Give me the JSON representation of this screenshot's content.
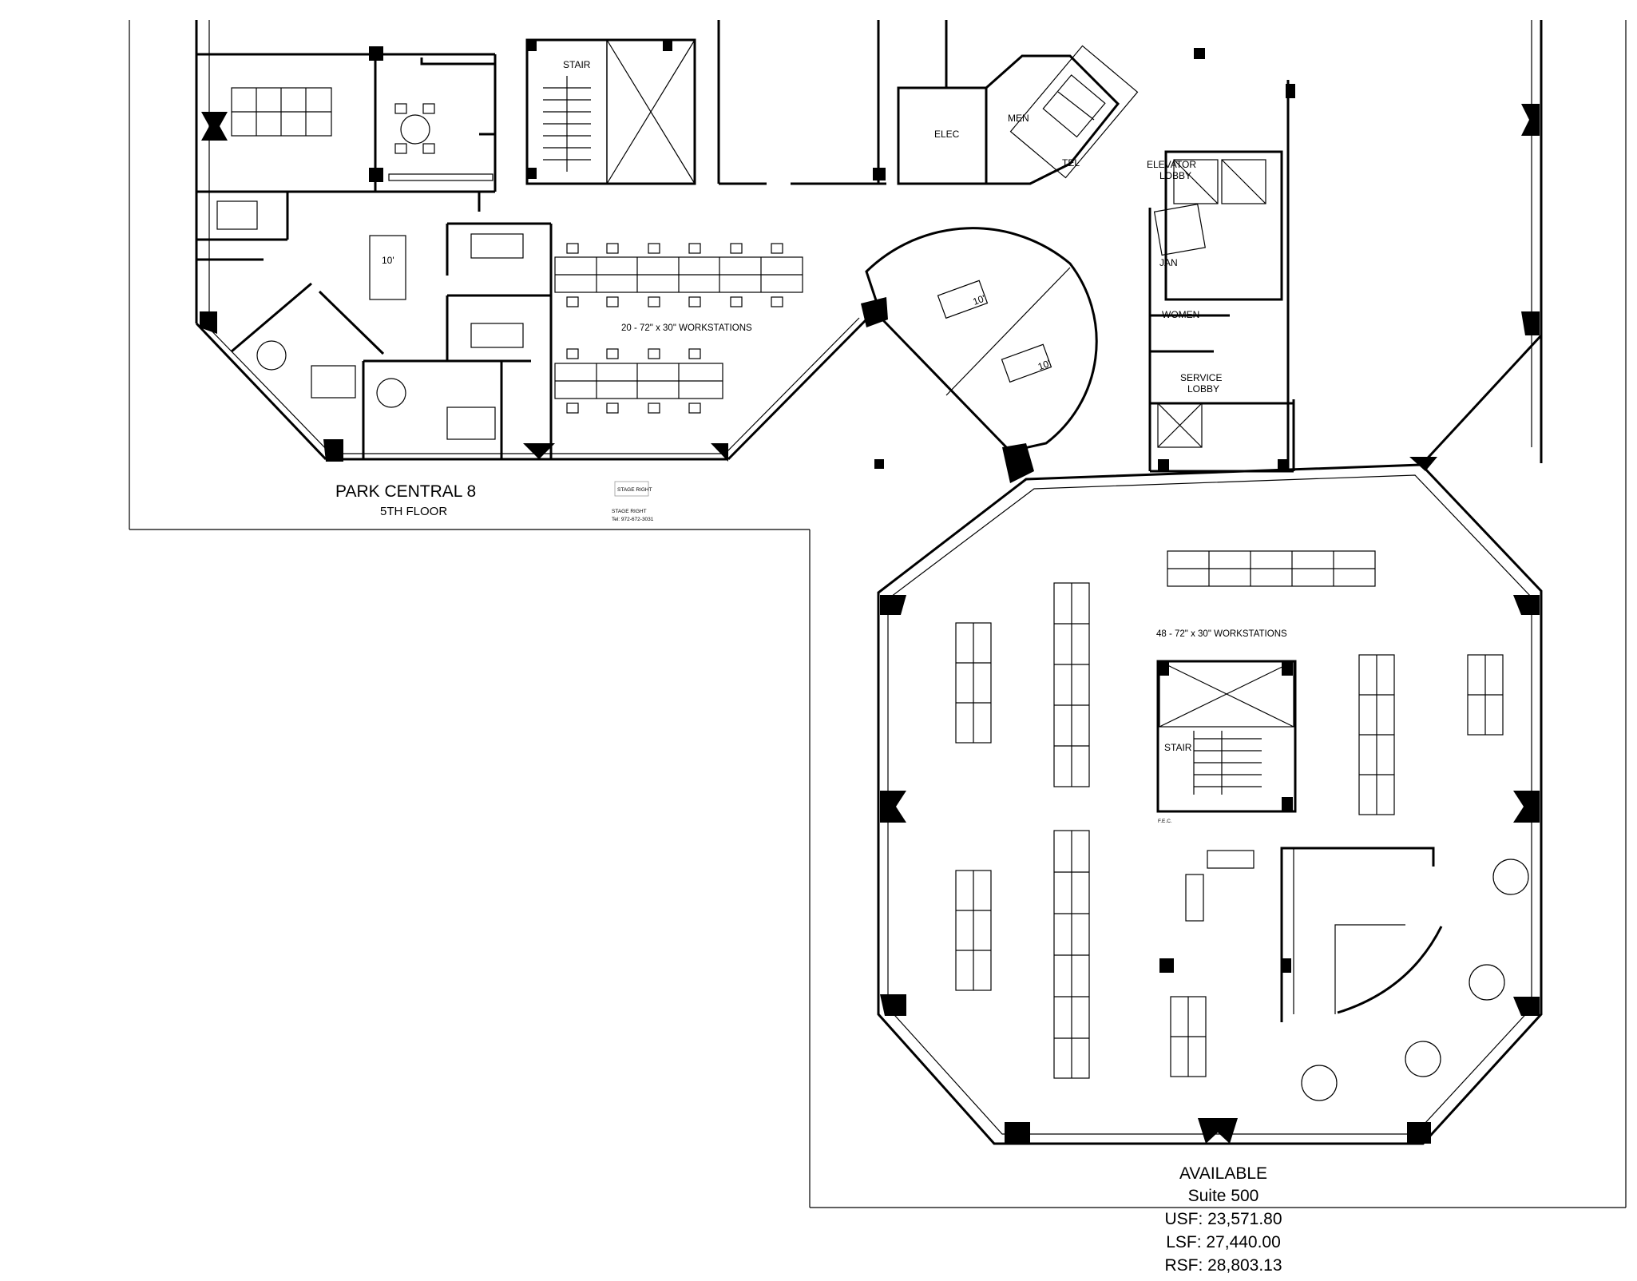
{
  "building": {
    "name": "PARK CENTRAL 8",
    "floor": "5TH FLOOR"
  },
  "rooms": {
    "stair_top": "STAIR",
    "stair_bottom": "STAIR",
    "elec": "ELEC",
    "men": "MEN",
    "tel": "TEL",
    "elevator_lobby_line1": "ELEVATOR",
    "elevator_lobby_line2": "LOBBY",
    "jan": "JAN",
    "women": "WOMEN",
    "service_lobby_line1": "SERVICE",
    "service_lobby_line2": "LOBBY",
    "fec": "F.E.C."
  },
  "tables": {
    "conf_a": "10'",
    "conf_b": "10'",
    "conf_c": "10'"
  },
  "workstations": {
    "upper": "20 - 72\" x 30\" WORKSTATIONS",
    "lower": "48 - 72\" x 30\" WORKSTATIONS"
  },
  "logo": {
    "mark": "STAGE RIGHT",
    "company": "STAGE RIGHT",
    "phone": "Tel: 972-672-3031"
  },
  "suite": {
    "status": "AVAILABLE",
    "name": "Suite 500",
    "usf": "USF: 23,571.80",
    "lsf": "LSF: 27,440.00",
    "rsf": "RSF: 28,803.13"
  }
}
